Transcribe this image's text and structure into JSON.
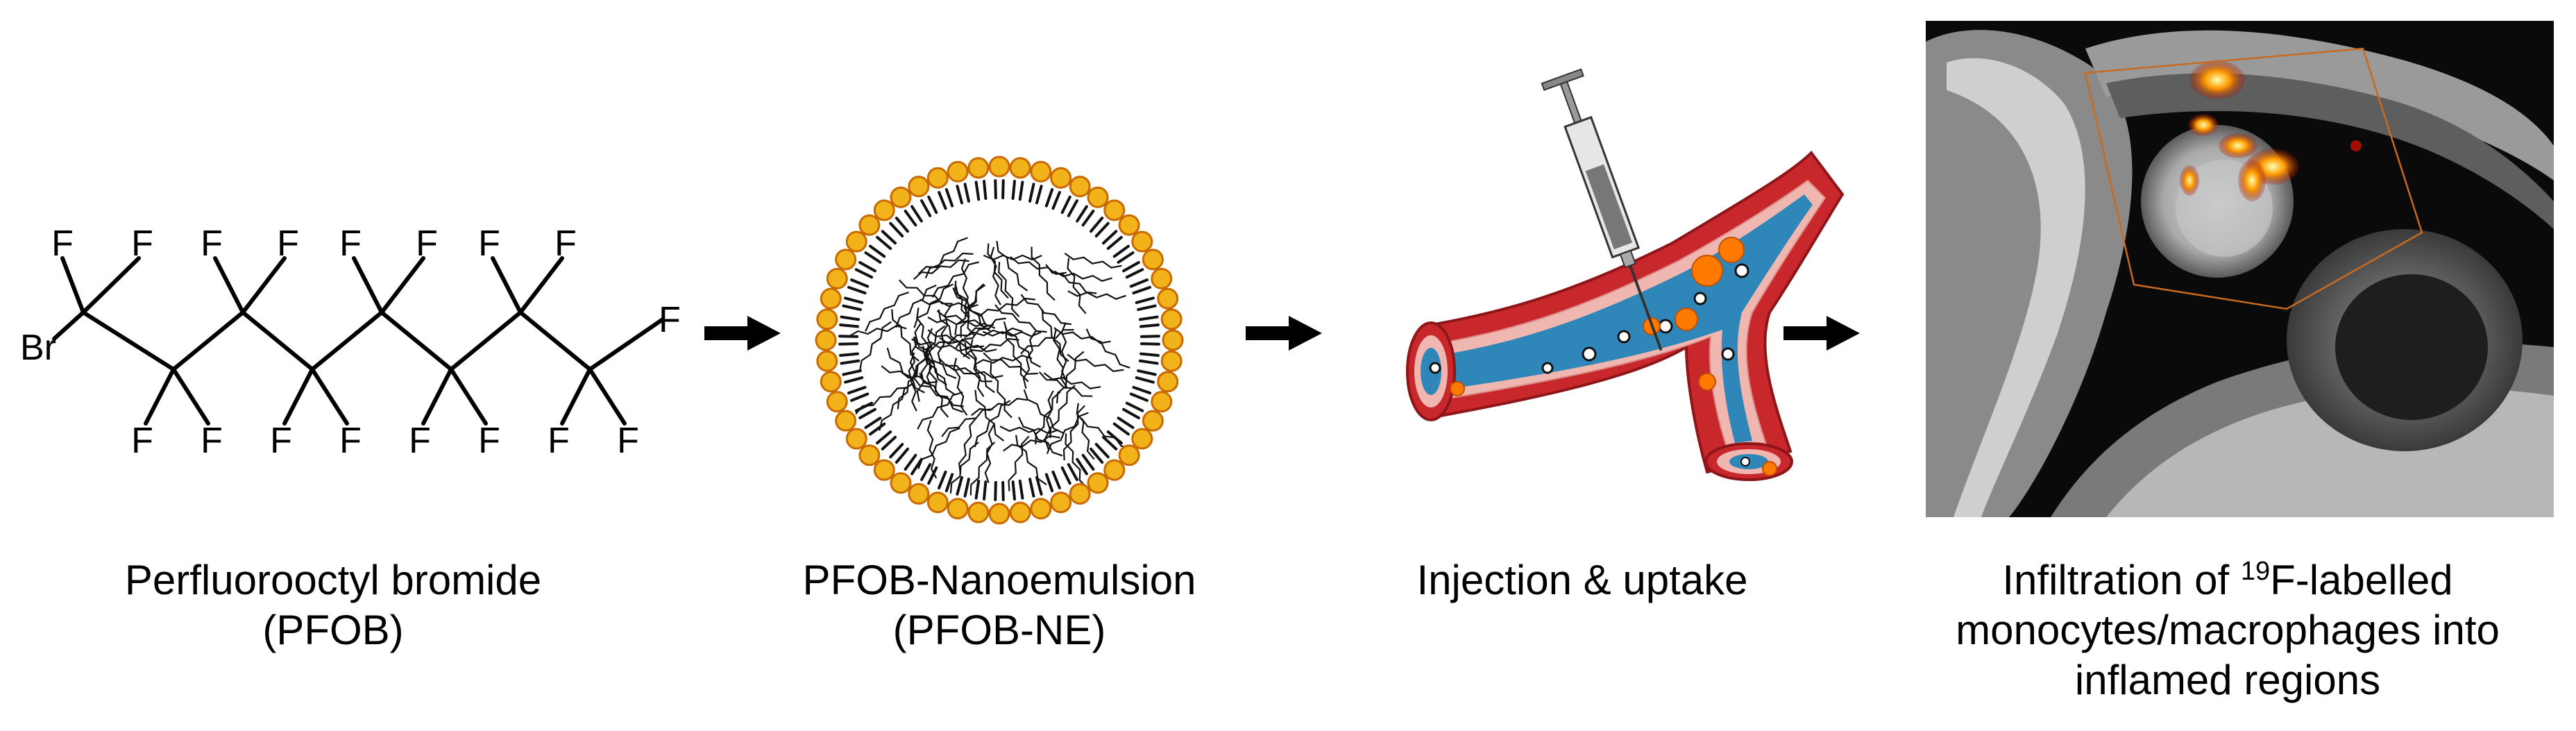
{
  "molecule": {
    "end_atom": "Br",
    "atom": "F"
  },
  "captions": {
    "pfob_line1": "Perfluorooctyl bromide",
    "pfob_line2": "(PFOB)",
    "ne_line1": "PFOB-Nanoemulsion",
    "ne_line2": "(PFOB-NE)",
    "injection": "Injection & uptake",
    "mri_part1": "Infiltration of ",
    "mri_sup": "19",
    "mri_part2": "F-labelled",
    "mri_line2": "monocytes/macrophages into",
    "mri_line3": "inflamed regions"
  },
  "colors": {
    "lipid_head": "#f2b21a",
    "lipid_head_edge": "#c96a00",
    "vessel": "#c8282c",
    "vessel_inner": "#e8a0a0",
    "lumen": "#2f86b8",
    "hotspot": "#ff7a00"
  }
}
